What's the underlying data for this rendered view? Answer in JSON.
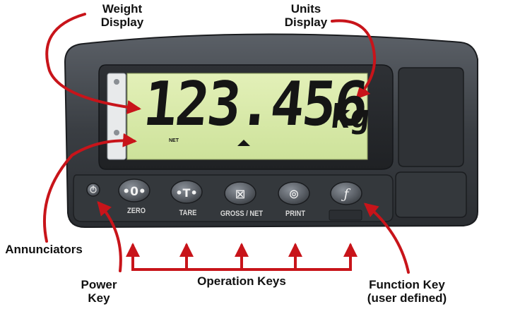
{
  "display": {
    "weight_value": "123.456",
    "unit": "kg",
    "annunciator": "NET"
  },
  "keys": [
    {
      "name": "zero",
      "label": "ZERO",
      "symbol": "•0•"
    },
    {
      "name": "tare",
      "label": "TARE",
      "symbol": "•T•"
    },
    {
      "name": "gross-net",
      "label": "GROSS / NET",
      "symbol": "⊠"
    },
    {
      "name": "print",
      "label": "PRINT",
      "symbol": "⊚"
    },
    {
      "name": "function",
      "label": "",
      "symbol": "ƒ"
    }
  ],
  "callouts": {
    "weight_display": [
      "Weight",
      "Display"
    ],
    "units_display": [
      "Units",
      "Display"
    ],
    "annunciators": "Annunciators",
    "power_key": [
      "Power",
      "Key"
    ],
    "operation_keys": "Operation Keys",
    "function_key": [
      "Function Key",
      "(user defined)"
    ]
  },
  "colors": {
    "arrow": "#c8141a",
    "lcd": "#d7e9a8",
    "panel": "#3b3f44",
    "key": "#5a5f66"
  }
}
